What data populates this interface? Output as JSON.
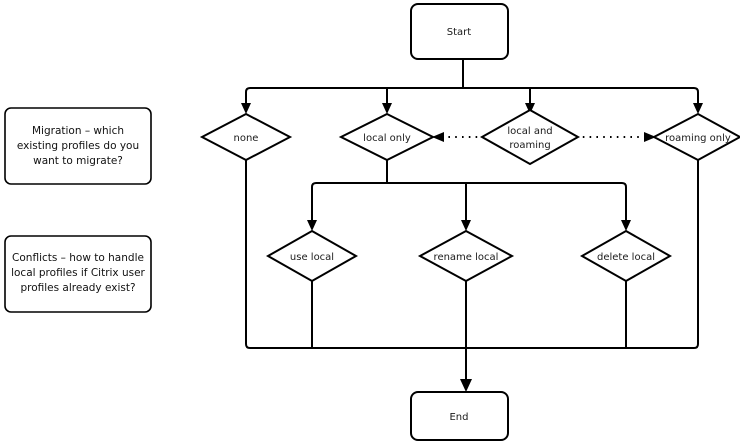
{
  "diagram": {
    "title_nodes": {
      "start": "Start",
      "end": "End"
    },
    "notes": [
      {
        "name": "migration-note",
        "lines": [
          "Migration – which",
          "existing profiles do you",
          "want to migrate?"
        ]
      },
      {
        "name": "conflicts-note",
        "lines": [
          "Conflicts – how to handle",
          "local profiles if Citrix user",
          "profiles already exist?"
        ]
      }
    ],
    "decisions_row1": [
      {
        "name": "none",
        "lines": [
          "none"
        ]
      },
      {
        "name": "local-only",
        "lines": [
          "local only"
        ]
      },
      {
        "name": "local-and-roaming",
        "lines": [
          "local and",
          "roaming"
        ]
      },
      {
        "name": "roaming-only",
        "lines": [
          "roaming only"
        ]
      }
    ],
    "decisions_row2": [
      {
        "name": "use-local",
        "lines": [
          "use local"
        ]
      },
      {
        "name": "rename-local",
        "lines": [
          "rename local"
        ]
      },
      {
        "name": "delete-local",
        "lines": [
          "delete local"
        ]
      }
    ],
    "colors": {
      "stroke": "#000000",
      "fill": "#ffffff",
      "text": "#111111"
    }
  }
}
